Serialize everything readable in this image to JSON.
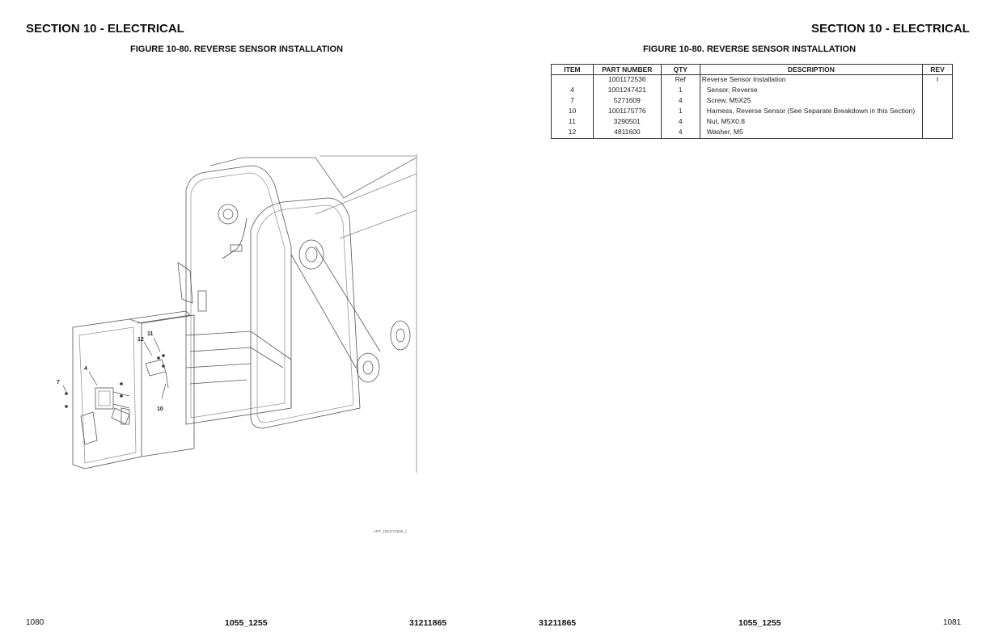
{
  "left_page": {
    "section_title": "SECTION 10 - ELECTRICAL",
    "figure_title": "FIGURE 10-80. REVERSE SENSOR INSTALLATION",
    "callouts": [
      "11",
      "12",
      "4",
      "7",
      "10"
    ],
    "art_id": "ART_1001172536_I",
    "footer": {
      "page_number": "1080",
      "model": "1055_1255",
      "doc_number": "31211865"
    }
  },
  "right_page": {
    "section_title": "SECTION 10 - ELECTRICAL",
    "figure_title": "FIGURE 10-80. REVERSE SENSOR INSTALLATION",
    "table": {
      "headers": [
        "ITEM",
        "PART NUMBER",
        "QTY",
        "DESCRIPTION",
        "REV"
      ],
      "rows": [
        {
          "item": "",
          "part_number": "1001172536",
          "qty": "Ref",
          "description": "Reverse Sensor Installation",
          "rev": "I"
        },
        {
          "item": "4",
          "part_number": "1001247421",
          "qty": "1",
          "description": "Sensor, Reverse",
          "rev": ""
        },
        {
          "item": "7",
          "part_number": "5271609",
          "qty": "4",
          "description": "Screw, M5X25",
          "rev": ""
        },
        {
          "item": "10",
          "part_number": "1001175776",
          "qty": "1",
          "description": "Harness, Reverse Sensor (See Separate Breakdown in this Section)",
          "rev": ""
        },
        {
          "item": "11",
          "part_number": "3290501",
          "qty": "4",
          "description": "Nut, M5X0.8",
          "rev": ""
        },
        {
          "item": "12",
          "part_number": "4811600",
          "qty": "4",
          "description": "Washer, M5",
          "rev": ""
        }
      ]
    },
    "footer": {
      "doc_number": "31211865",
      "model": "1055_1255",
      "page_number": "1081"
    }
  }
}
